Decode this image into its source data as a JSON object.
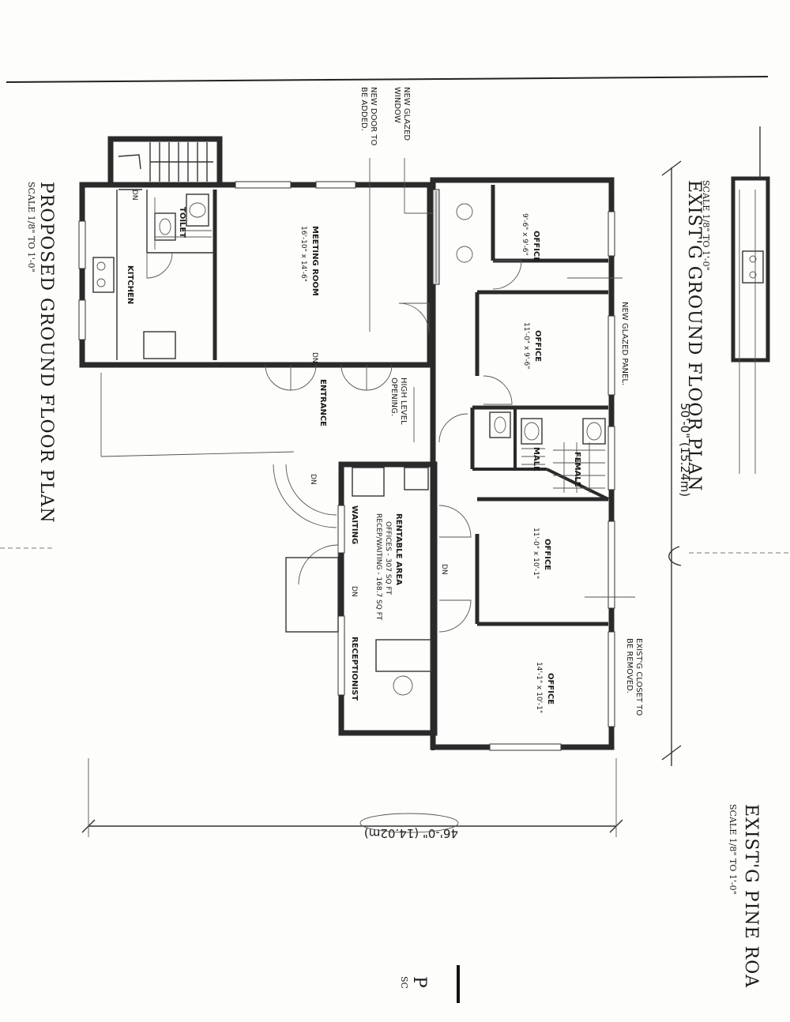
{
  "titles": {
    "proposed": {
      "title": "PROPOSED GROUND FLOOR PLAN",
      "scale": "SCALE 1/8\" TO 1'-0\""
    },
    "existing": {
      "title": "EXIST'G GROUND FLOOR PLAN",
      "scale": "SCALE 1/8\" TO 1'-0\""
    },
    "pine": {
      "title": "EXIST'G PINE ROA",
      "scale": "SCALE 1/8\" TO 1'-0\""
    },
    "partial": {
      "title": "P",
      "scale": "SC"
    }
  },
  "rooms": {
    "meeting_room": {
      "name": "MEETING ROOM",
      "size": "16'-10\" x 14'-6\""
    },
    "kitchen": {
      "name": "KITCHEN"
    },
    "toilet": {
      "name": "TOILET"
    },
    "entrance": {
      "name": "ENTRANCE"
    },
    "office_1": {
      "name": "OFFICE",
      "size": "9'-6\" x 9'-6\""
    },
    "office_2": {
      "name": "OFFICE",
      "size": "11'-0\" x 9'-6\""
    },
    "office_3": {
      "name": "OFFICE",
      "size": "11'-0\" x 10'-1\""
    },
    "office_4": {
      "name": "OFFICE",
      "size": "14'-1\" x 10'-1\""
    },
    "male": {
      "name": "MALE"
    },
    "female": {
      "name": "FEMALE"
    },
    "waiting": {
      "name": "WAITING"
    },
    "receptionist": {
      "name": "RECEPTIONIST"
    },
    "rentable": {
      "name": "RENTABLE AREA",
      "line1": "OFFICES - 307 SQ FT",
      "line2": "RECEP/WAITING - 168.7 SQ FT"
    }
  },
  "notes": {
    "glazed_window": [
      "NEW GLAZED",
      "WINDOW"
    ],
    "new_door": [
      "NEW DOOR TO",
      "BE ADDED."
    ],
    "glazed_panel": "NEW GLAZED PANEL.",
    "high_level": [
      "HIGH LEVEL",
      "OPENING."
    ],
    "closet": [
      "EXIST'G CLOSET TO",
      "BE REMOVED."
    ]
  },
  "stair_labels": {
    "dn": "DN"
  },
  "dimensions": {
    "overall_length": "50'-0\" (15.24m)",
    "overall_width": "46'-0\" (14.02m)"
  },
  "colors": {
    "ink": "#2a2a2a",
    "paper": "#fdfdfb"
  }
}
